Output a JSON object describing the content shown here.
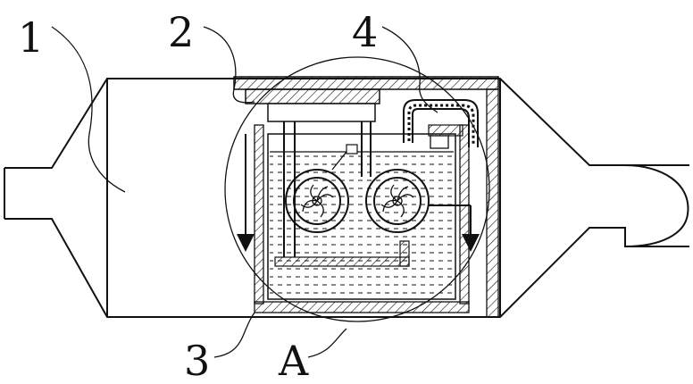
{
  "labels": {
    "one": "1",
    "two": "2",
    "three": "3",
    "four": "4",
    "detail": "A"
  },
  "colors": {
    "stroke": "#111111",
    "background": "#ffffff"
  }
}
